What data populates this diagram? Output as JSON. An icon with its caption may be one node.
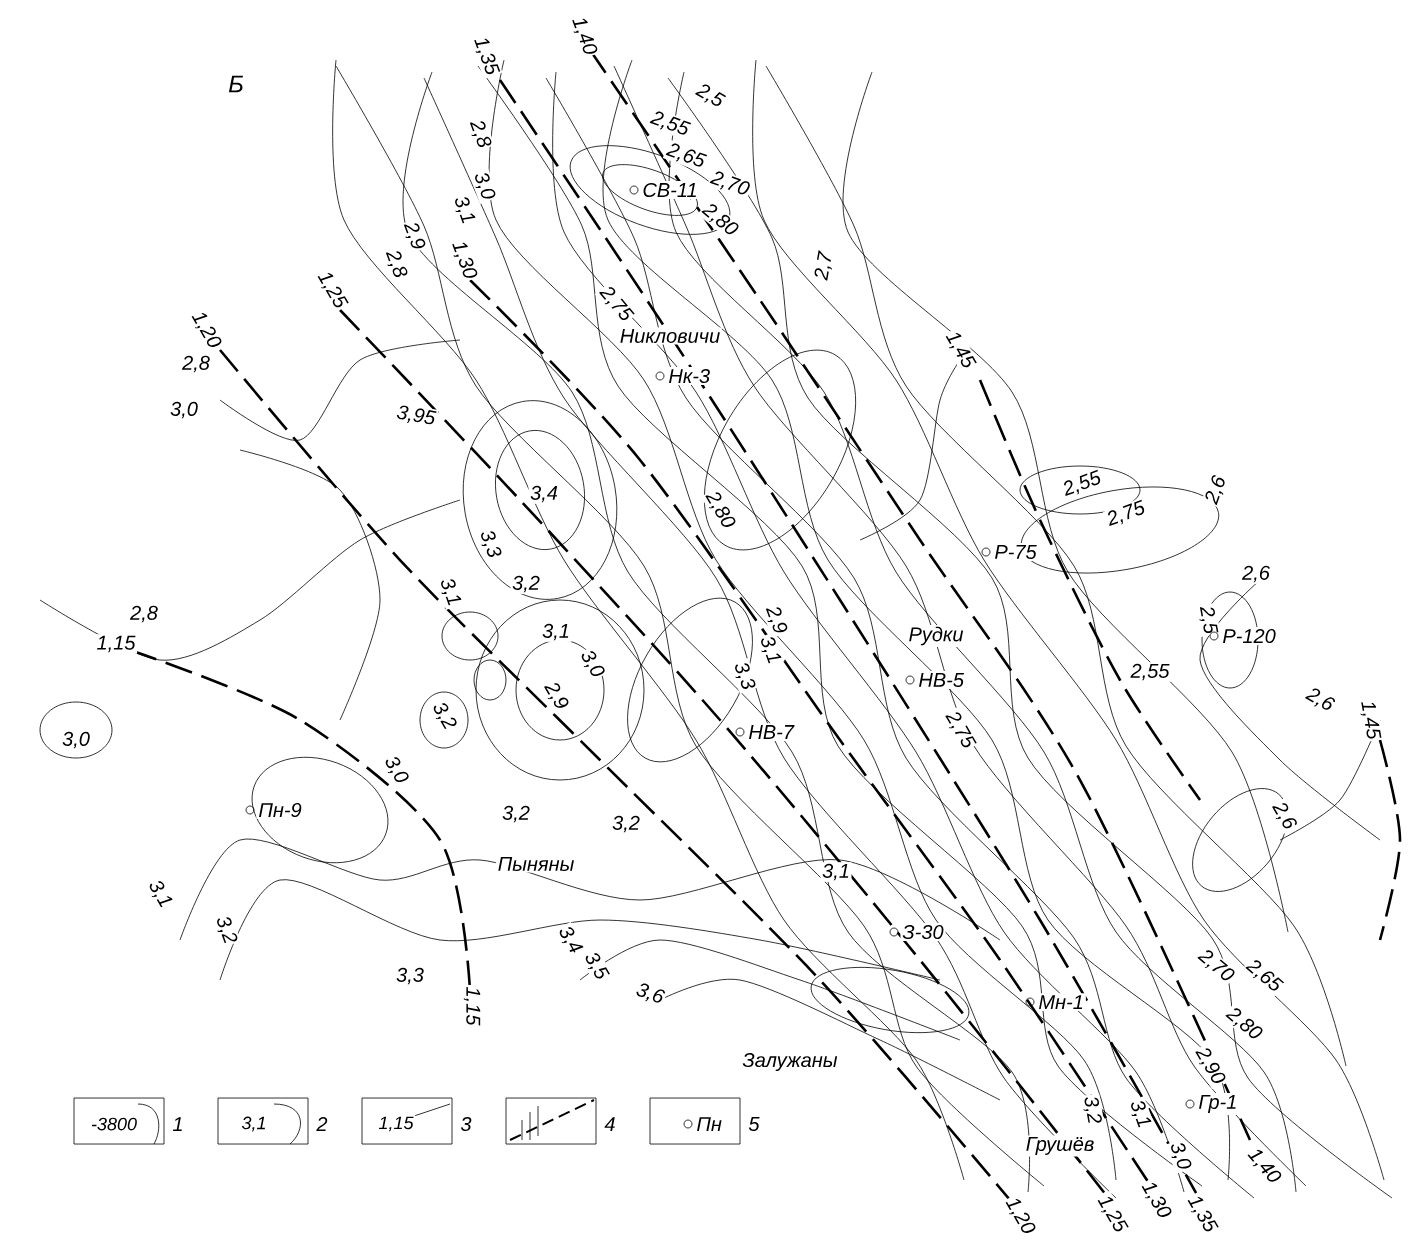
{
  "diagram": {
    "labels": [
      "Б",
      "1,40",
      "1,35",
      "2,5",
      "2,55",
      "2,8",
      "2,65",
      "2,70",
      "СВ-11",
      "3,0",
      "2,80",
      "3,1",
      "2,9",
      "2,8",
      "1,30",
      "2,7",
      "2,75",
      "1,25",
      "Никловичи",
      "1,20",
      "Нк-3",
      "1,45",
      "2,8",
      "3,0",
      "3,95",
      "2,55",
      "2,75",
      "2,6",
      "3,4",
      "Р-75",
      "3,3",
      "2,80",
      "3,2",
      "2,6",
      "2,8",
      "3,1",
      "3,1",
      "1,15",
      "2,9",
      "3,1",
      "3,3",
      "Рудки",
      "2,5",
      "Р-120",
      "3,0",
      "НВ-5",
      "3,0",
      "2,9",
      "2,55",
      "2,6",
      "НВ-7",
      "2,75",
      "1,45",
      "3,2",
      "3,0",
      "Пн-9",
      "3,2",
      "3,2",
      "2,6",
      "Пыняны",
      "3,1",
      "3,1",
      "3,2",
      "3,4",
      "З-30",
      "2,70",
      "2,65",
      "3,5",
      "3,3",
      "1,15",
      "Мн-1",
      "2,80",
      "3,6",
      "Залужаны",
      "2,90",
      "Гр-1",
      "3,2",
      "3,1",
      "3,0",
      "Грушёв",
      "1,40",
      "1,20",
      "1,25",
      "1,30",
      "1,35",
      "-3800",
      "3,1",
      "1,15",
      "Пн"
    ],
    "legend": [
      {
        "text": "1"
      },
      {
        "text": "2"
      },
      {
        "text": "3"
      },
      {
        "text": "4"
      },
      {
        "text": "5"
      }
    ]
  }
}
